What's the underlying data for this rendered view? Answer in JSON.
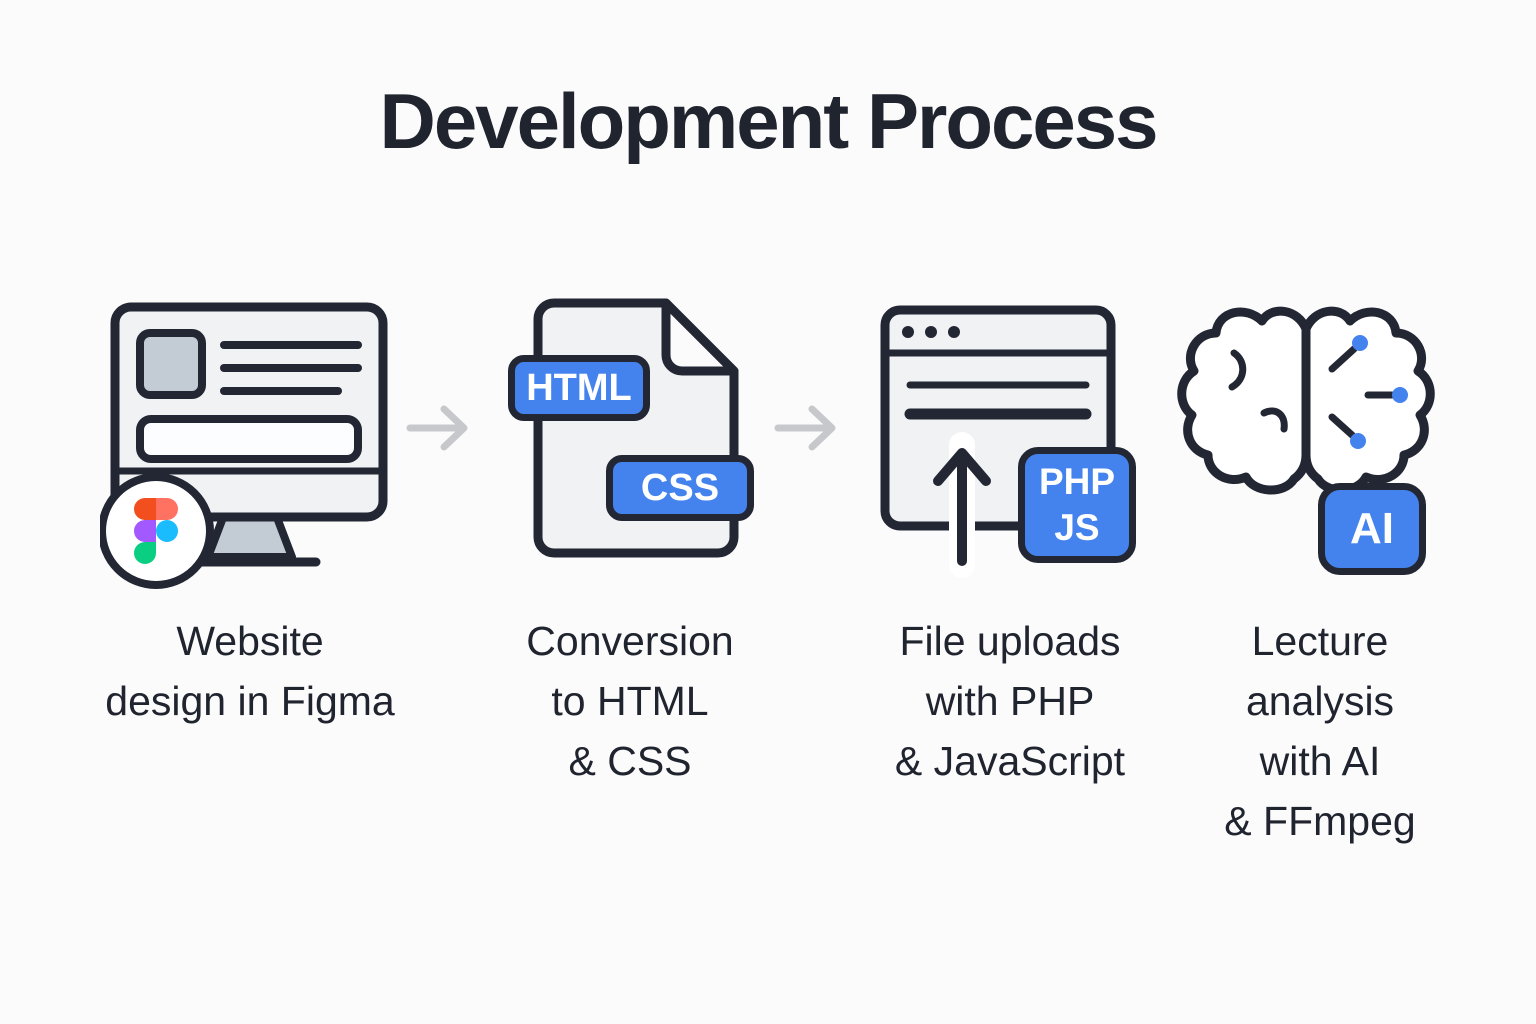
{
  "title": "Development Process",
  "colors": {
    "background": "#fbfbfc",
    "outline": "#232734",
    "accent_blue": "#4483ee",
    "panel_fill": "#f1f2f4",
    "arrow_gray": "#c6c8cb",
    "figma_orange": "#F24E1E",
    "figma_salmon": "#FF7262",
    "figma_purple": "#A259FF",
    "figma_blue": "#1ABCFE",
    "figma_green": "#0ACF83"
  },
  "steps": [
    {
      "key": "figma-design",
      "label_lines": [
        "Website",
        "design in Figma"
      ]
    },
    {
      "key": "html-css-conversion",
      "badges": [
        "HTML",
        "CSS"
      ],
      "label_lines": [
        "Conversion",
        "to HTML",
        "& CSS"
      ]
    },
    {
      "key": "php-js-uploads",
      "badge_lines": [
        "PHP",
        "JS"
      ],
      "label_lines": [
        "File uploads",
        "with PHP",
        "& JavaScript"
      ]
    },
    {
      "key": "ai-analysis",
      "badge": "AI",
      "label_lines": [
        "Lecture",
        "analysis",
        "with AI",
        "& FFmpeg"
      ]
    }
  ]
}
